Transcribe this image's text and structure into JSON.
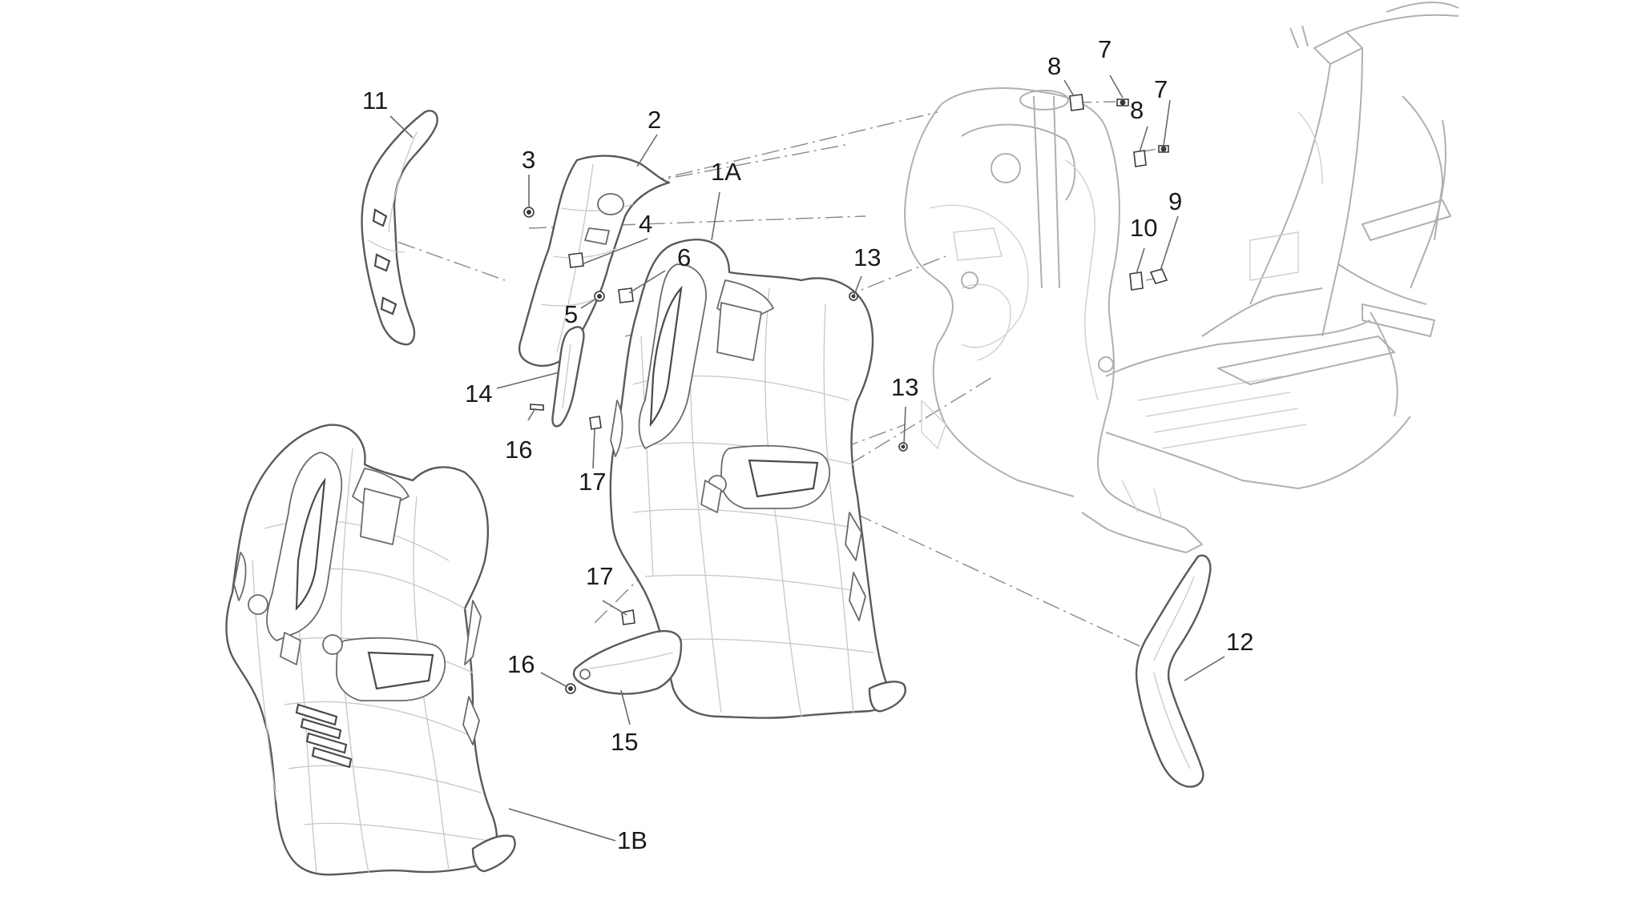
{
  "diagram": {
    "callouts": [
      {
        "id": "callout-1a",
        "text": "1A"
      },
      {
        "id": "callout-1b",
        "text": "1B"
      },
      {
        "id": "callout-2",
        "text": "2"
      },
      {
        "id": "callout-3",
        "text": "3"
      },
      {
        "id": "callout-4",
        "text": "4"
      },
      {
        "id": "callout-5",
        "text": "5"
      },
      {
        "id": "callout-6",
        "text": "6"
      },
      {
        "id": "callout-7-upper",
        "text": "7"
      },
      {
        "id": "callout-7-lower",
        "text": "7"
      },
      {
        "id": "callout-8-upper",
        "text": "8"
      },
      {
        "id": "callout-8-lower",
        "text": "8"
      },
      {
        "id": "callout-9",
        "text": "9"
      },
      {
        "id": "callout-10",
        "text": "10"
      },
      {
        "id": "callout-11",
        "text": "11"
      },
      {
        "id": "callout-12",
        "text": "12"
      },
      {
        "id": "callout-13-upper",
        "text": "13"
      },
      {
        "id": "callout-13-lower",
        "text": "13"
      },
      {
        "id": "callout-14",
        "text": "14"
      },
      {
        "id": "callout-15",
        "text": "15"
      },
      {
        "id": "callout-16-upper",
        "text": "16"
      },
      {
        "id": "callout-16-lower",
        "text": "16"
      },
      {
        "id": "callout-17-upper",
        "text": "17"
      },
      {
        "id": "callout-17-lower",
        "text": "17"
      }
    ]
  }
}
